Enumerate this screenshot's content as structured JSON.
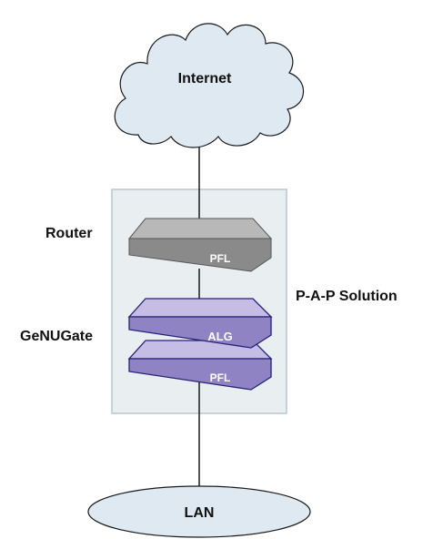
{
  "nodes": {
    "internet": {
      "label": "Internet"
    },
    "router": {
      "label": "Router",
      "device_label": "PFL"
    },
    "genugate": {
      "label": "GeNUGate",
      "alg_label": "ALG",
      "pfl_label": "PFL"
    },
    "solution": {
      "label": "P-A-P Solution"
    },
    "lan": {
      "label": "LAN"
    }
  },
  "colors": {
    "cloud_fill": "#dfe9f1",
    "cloud_stroke": "#1a1a1a",
    "box_fill": "#e9eef1",
    "box_stroke": "#b7c7d0",
    "router_top": "#b8b8b8",
    "router_front": "#8a8a8a",
    "genugate_top": "#c5bde3",
    "genugate_front": "#8f83c3",
    "genugate_stroke": "#26207a",
    "lan_fill": "#dfe9f1",
    "line": "#1a1a1a"
  }
}
